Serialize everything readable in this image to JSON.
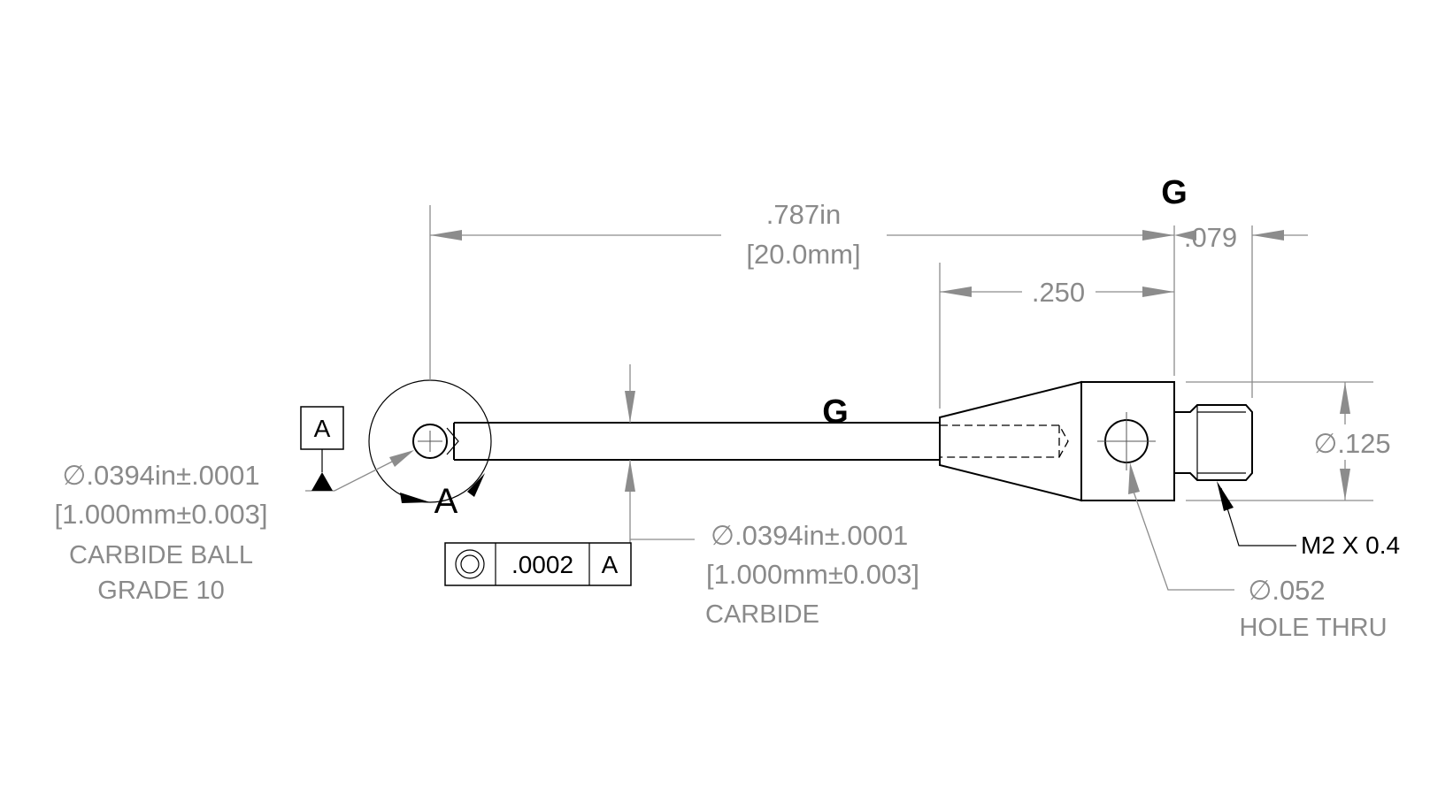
{
  "dimensions": {
    "overall_in": ".787in",
    "overall_mm": "[20.0mm]",
    "body_length": ".250",
    "thread_length": ".079",
    "body_diameter": "∅.125"
  },
  "ball": {
    "diameter_in": "∅.0394in±.0001",
    "diameter_mm": "[1.000mm±0.003]",
    "material": "CARBIDE BALL",
    "grade": "GRADE 10"
  },
  "stem": {
    "diameter_in": "∅.0394in±.0001",
    "diameter_mm": "[1.000mm±0.003]",
    "material": "CARBIDE"
  },
  "datum": {
    "label": "A",
    "view_label": "A"
  },
  "tolerance_frame": {
    "symbol": "concentricity-icon",
    "value": ".0002",
    "datum": "A"
  },
  "thread": {
    "callout": "M2 X 0.4"
  },
  "hole": {
    "diameter": "∅.052",
    "note": "HOLE THRU"
  },
  "markers": {
    "top": "G",
    "stem": "G"
  }
}
